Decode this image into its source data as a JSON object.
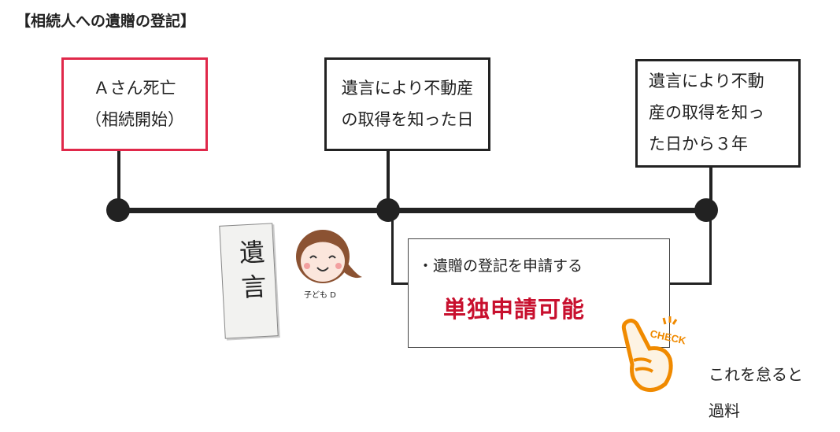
{
  "title": "【相続人への遺贈の登記】",
  "boxes": {
    "death": [
      "Ａさん死亡",
      "（相続開始）"
    ],
    "knew": [
      "遺言により不動産",
      "の取得を知った日"
    ],
    "deadline": [
      "遺言により不動",
      "産の取得を知っ",
      "た日から３年"
    ]
  },
  "action": {
    "bullet": "・遺贈の登記を申請する",
    "highlight": "単独申請可能"
  },
  "will_label": "遺言",
  "child_label": "子ども D",
  "check_label": "CHECK",
  "penalty": [
    "これを怠ると",
    "過料"
  ],
  "colors": {
    "red": "#e0284a",
    "highlight": "#c8102e",
    "orange": "#f08a00"
  }
}
